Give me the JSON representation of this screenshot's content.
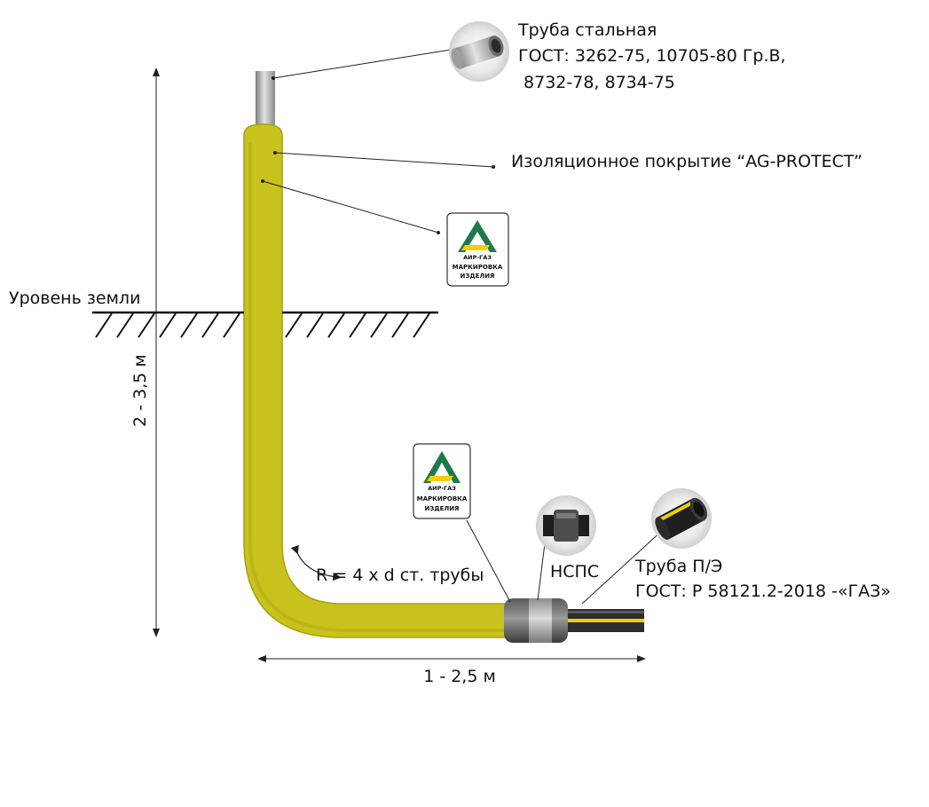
{
  "labels": {
    "steel_pipe_title": "Труба стальная",
    "steel_pipe_gost_1": "ГОСТ: 3262-75, 10705-80 Гр.В,",
    "steel_pipe_gost_2": " 8732-78, 8734-75",
    "insulation": "Изоляционное покрытие “AG-PROTECT”",
    "ground_level": "Уровень земли",
    "depth": "2 - 3,5 м",
    "bend_radius": "R = 4 x d ст. трубы",
    "length": "1 - 2,5 м",
    "coupling": "НСПС",
    "pe_pipe_title": "Труба П/Э",
    "pe_pipe_gost": "ГОСТ: Р 58121.2-2018 -«ГАЗ»"
  },
  "badge": {
    "brand": "АИР-ГАЗ",
    "line1": "МАРКИРОВКА",
    "line2": "ИЗДЕЛИЯ"
  },
  "colors": {
    "coating_yellow": "#c8c21c",
    "coating_shadow": "#a8a010",
    "steel": "#a9a9a9",
    "pe_pipe": "#2e2e2e",
    "pe_stripe": "#f0d000",
    "logo_green": "#1f7a4a",
    "logo_yellow": "#f4d000"
  }
}
